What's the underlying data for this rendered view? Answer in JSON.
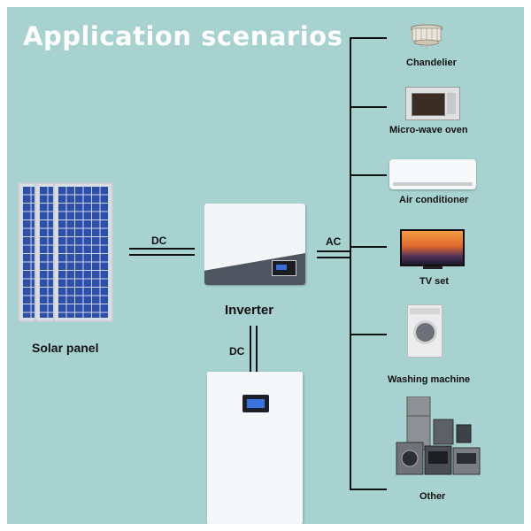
{
  "title": "Application scenarios",
  "colors": {
    "background": "#a7d2d0",
    "title": "#ffffff",
    "lines": "#111111",
    "solar_cells": "#2d4fa8",
    "inverter_band": "#4f5560"
  },
  "diagram": {
    "source": {
      "label": "Solar panel",
      "icon": "solar-panel-icon"
    },
    "converter": {
      "label": "Inverter",
      "icon": "inverter-icon"
    },
    "storage": {
      "label": "",
      "icon": "battery-icon"
    },
    "connections": [
      {
        "from": "Solar panel",
        "to": "Inverter",
        "label": "DC"
      },
      {
        "from": "Inverter",
        "to": "Battery",
        "label": "DC"
      },
      {
        "from": "Inverter",
        "to": "Appliances",
        "label": "AC"
      }
    ],
    "appliances": [
      {
        "label": "Chandelier",
        "icon": "chandelier-icon"
      },
      {
        "label": "Micro-wave oven",
        "icon": "microwave-icon"
      },
      {
        "label": "Air conditioner",
        "icon": "air-conditioner-icon"
      },
      {
        "label": "TV set",
        "icon": "tv-icon"
      },
      {
        "label": "Washing machine",
        "icon": "washing-machine-icon"
      },
      {
        "label": "Other",
        "icon": "kitchen-appliances-icon"
      }
    ]
  }
}
